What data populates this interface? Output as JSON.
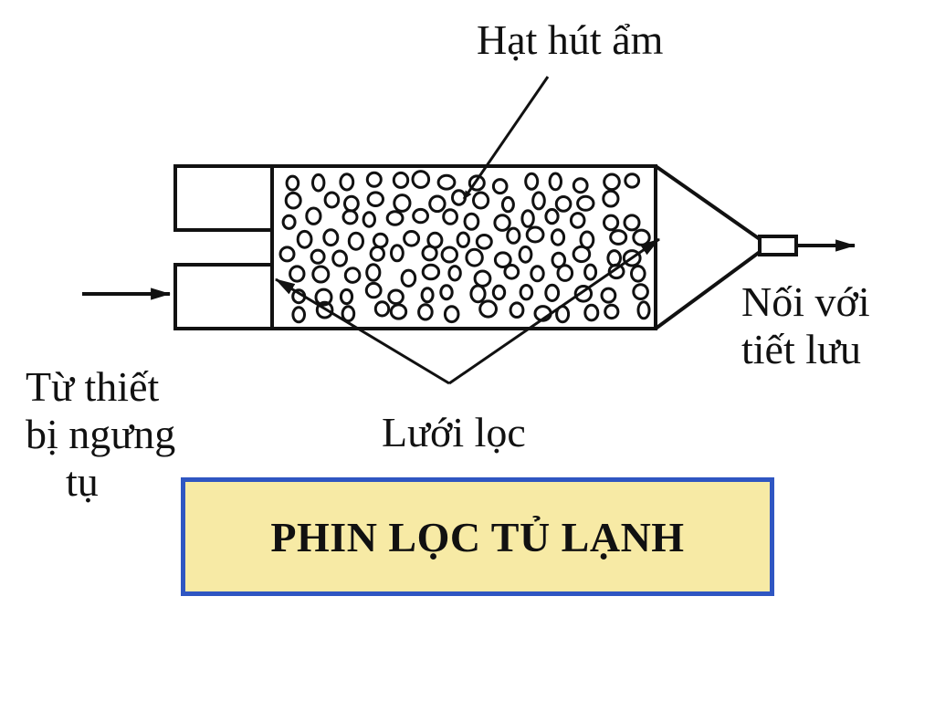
{
  "labels": {
    "desiccant": "Hạt hút ẩm",
    "outlet_line1": "Nối với",
    "outlet_line2": "tiết lưu",
    "inlet_line1": "Từ thiết",
    "inlet_line2": "bị ngưng",
    "inlet_line3": "tụ",
    "filter_mesh": "Lưới lọc"
  },
  "title": "PHIN LỌC TỦ LẠNH",
  "colors": {
    "line": "#111111",
    "title_fill": "#f7eaa5",
    "title_border": "#2f56c2",
    "background": "#ffffff"
  }
}
